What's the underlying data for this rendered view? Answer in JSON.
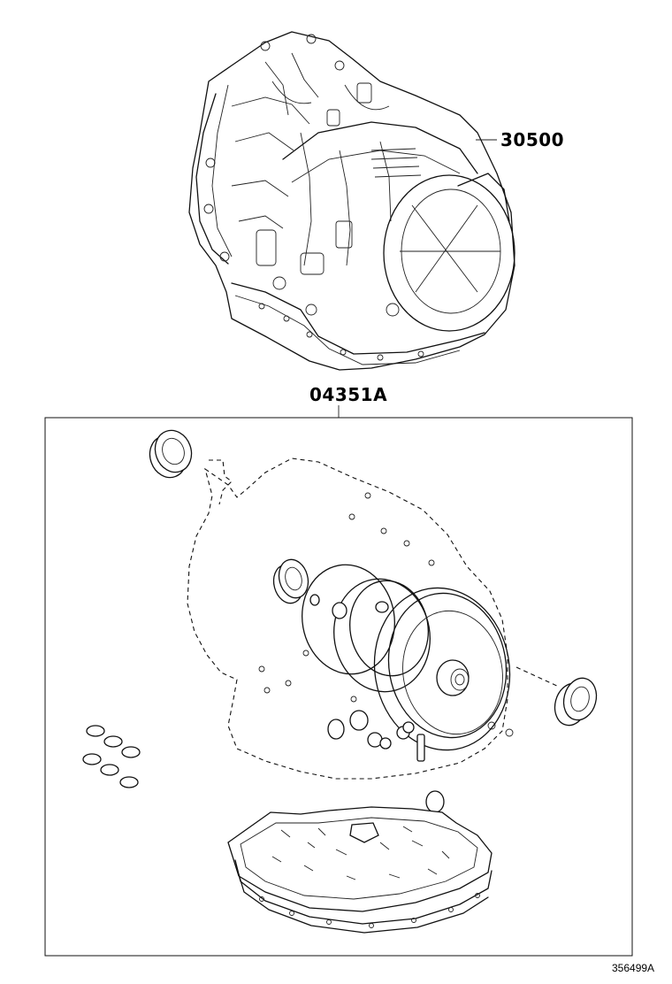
{
  "parts": {
    "assembly_number": "30500",
    "kit_number": "04351A"
  },
  "figure": {
    "code": "356499A"
  }
}
